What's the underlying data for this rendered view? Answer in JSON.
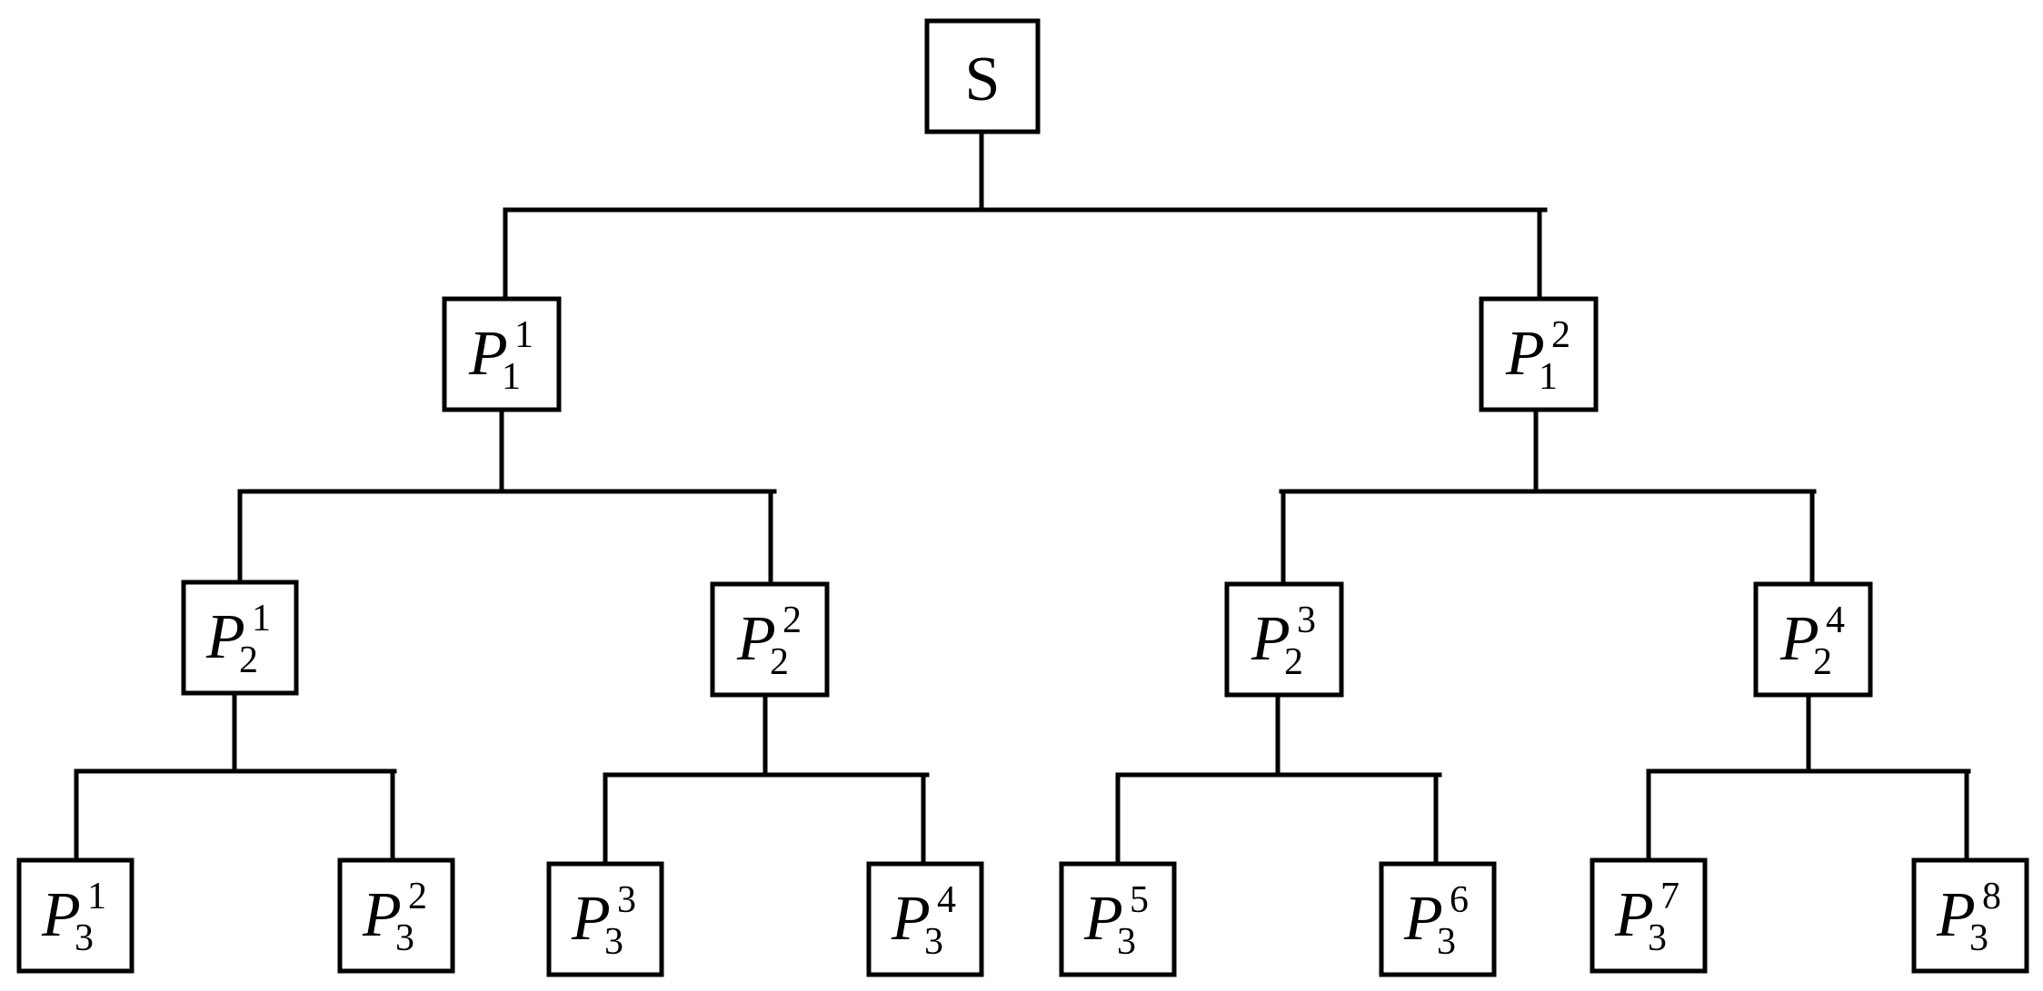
{
  "diagram": {
    "root": {
      "symbol": "S"
    },
    "level1": [
      {
        "symbol": "P",
        "subscript": "1",
        "superscript": "1"
      },
      {
        "symbol": "P",
        "subscript": "1",
        "superscript": "2"
      }
    ],
    "level2": [
      {
        "symbol": "P",
        "subscript": "2",
        "superscript": "1"
      },
      {
        "symbol": "P",
        "subscript": "2",
        "superscript": "2"
      },
      {
        "symbol": "P",
        "subscript": "2",
        "superscript": "3"
      },
      {
        "symbol": "P",
        "subscript": "2",
        "superscript": "4"
      }
    ],
    "level3": [
      {
        "symbol": "P",
        "subscript": "3",
        "superscript": "1"
      },
      {
        "symbol": "P",
        "subscript": "3",
        "superscript": "2"
      },
      {
        "symbol": "P",
        "subscript": "3",
        "superscript": "3"
      },
      {
        "symbol": "P",
        "subscript": "3",
        "superscript": "4"
      },
      {
        "symbol": "P",
        "subscript": "3",
        "superscript": "5"
      },
      {
        "symbol": "P",
        "subscript": "3",
        "superscript": "6"
      },
      {
        "symbol": "P",
        "subscript": "3",
        "superscript": "7"
      },
      {
        "symbol": "P",
        "subscript": "3",
        "superscript": "8"
      }
    ]
  }
}
